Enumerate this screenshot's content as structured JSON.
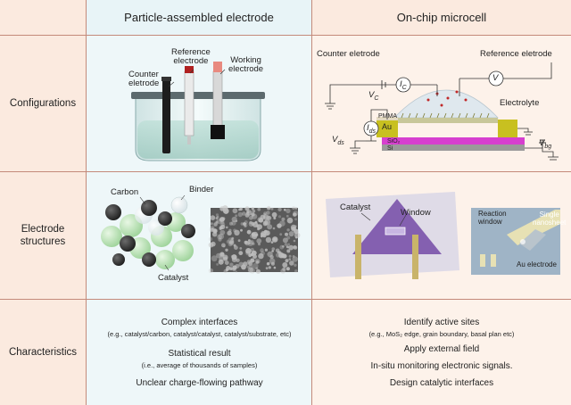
{
  "columns": {
    "left_header": "Particle-assembled electrode",
    "right_header": "On-chip microcell"
  },
  "rows": {
    "configurations": "Configurations",
    "electrode_structures_line1": "Electrode",
    "electrode_structures_line2": "structures",
    "characteristics": "Characteristics"
  },
  "config_left": {
    "counter": "Counter\neletrode",
    "reference": "Reference\nelectrode",
    "working": "Working\nelectrode"
  },
  "config_right": {
    "counter": "Counter eletrode",
    "reference": "Reference eletrode",
    "electrolyte": "Electrolyte",
    "pmma": "PMMA",
    "au": "Au",
    "sio2": "SiO₂",
    "si": "Si",
    "vc": "V",
    "vc_sub": "C",
    "ic": "I",
    "ic_sub": "C",
    "v": "V",
    "ids": "I",
    "ids_sub": "ds",
    "vds": "V",
    "vds_sub": "ds",
    "vbg": "V",
    "vbg_sub": "bg"
  },
  "struct_left": {
    "carbon": "Carbon",
    "binder": "Binder",
    "catalyst": "Catalyst"
  },
  "struct_right": {
    "catalyst": "Catalyst",
    "window": "Window",
    "reaction_window": "Reaction\nwindow",
    "single_nanosheet": "Single\nnanosheet",
    "au_electrode": "Au electrode"
  },
  "char_left": {
    "l1": "Complex interfaces",
    "l2": "(e.g., catalyst/carbon, catalyst/catalyst, catalyst/substrate, etc)",
    "l3": "Statistical result",
    "l4": "(i.e., average of thousands of samples)",
    "l5": "Unclear charge-flowing pathway"
  },
  "char_right": {
    "r1": "Identify active sites",
    "r2": "(e.g., MoS₂ edge, grain boundary, basal plan etc)",
    "r3": "Apply external field",
    "r4": "In-situ monitoring electronic signals.",
    "r5": "Design catalytic interfaces"
  },
  "colors": {
    "header_left_bg": "#e8f4f7",
    "header_right_bg": "#fbeadf",
    "label_col_bg": "#fbeadf",
    "left_col_bg": "#eef7f9",
    "right_col_bg": "#fdf2ea",
    "border": "#c48a7a",
    "magenta": "#d63fcf",
    "au": "#c8c020"
  }
}
